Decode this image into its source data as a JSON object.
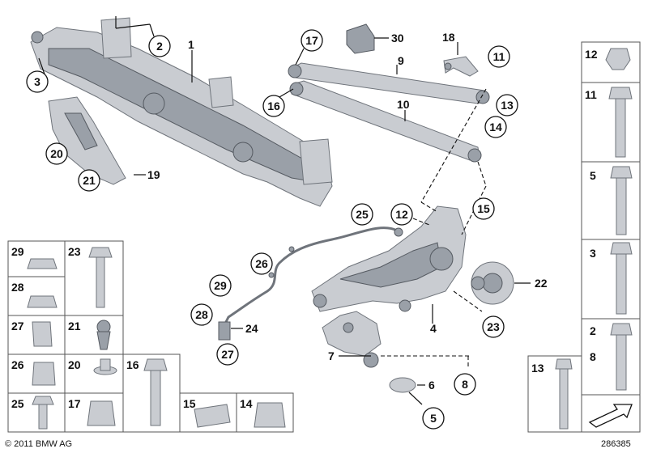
{
  "diagram": {
    "callouts": {
      "c1": "1",
      "c2": "2",
      "c3": "3",
      "c4": "4",
      "c5": "5",
      "c6": "6",
      "c7": "7",
      "c8": "8",
      "c9": "9",
      "c10": "10",
      "c11": "11",
      "c12": "12",
      "c13": "13",
      "c14": "14",
      "c15": "15",
      "c16": "16",
      "c17": "17",
      "c18": "18",
      "c19": "19",
      "c20": "20",
      "c21": "21",
      "c22": "22",
      "c23": "23",
      "c24": "24",
      "c25": "25",
      "c26": "26",
      "c27": "27",
      "c28": "28",
      "c29": "29",
      "c30": "30"
    },
    "box_labels": {
      "b29": "29",
      "b23": "23",
      "b28": "28",
      "b27": "27",
      "b21": "21",
      "b26": "26",
      "b20": "20",
      "b16": "16",
      "b25": "25",
      "b17": "17",
      "b15": "15",
      "b14": "14"
    },
    "right_column": {
      "r12": "12",
      "r11": "11",
      "r5": "5",
      "r3": "3",
      "r2": "2",
      "r8": "8",
      "r13": "13"
    },
    "copyright": "© 2011 BMW AG",
    "diagram_number": "286385"
  }
}
